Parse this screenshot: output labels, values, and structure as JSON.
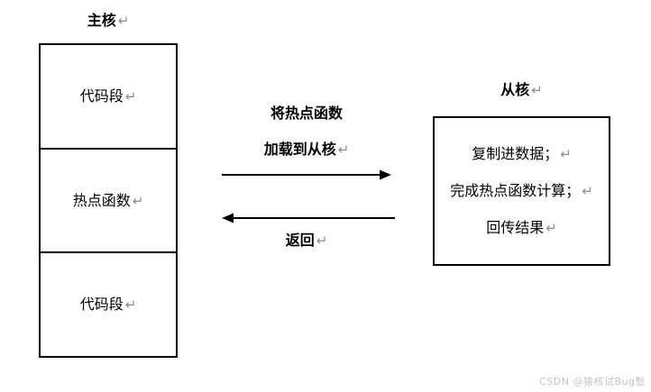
{
  "main_core": {
    "title": "主核",
    "segments": [
      {
        "label": "代码段"
      },
      {
        "label": "热点函数"
      },
      {
        "label": "代码段"
      }
    ]
  },
  "slave_core": {
    "title": "从核",
    "lines": [
      {
        "label": "复制进数据；"
      },
      {
        "label": "完成热点函数计算；"
      },
      {
        "label": "回传结果"
      }
    ]
  },
  "arrows": {
    "forward_label_line1": "将热点函数",
    "forward_label_line2": "加载到从核",
    "back_label": "返回"
  },
  "marks": {
    "return": "↵"
  },
  "watermark": "CSDN @猿核试Bug愁",
  "colors": {
    "line": "#000000",
    "return_mark": "#8c8c8c",
    "watermark": "#c9c0c0"
  }
}
